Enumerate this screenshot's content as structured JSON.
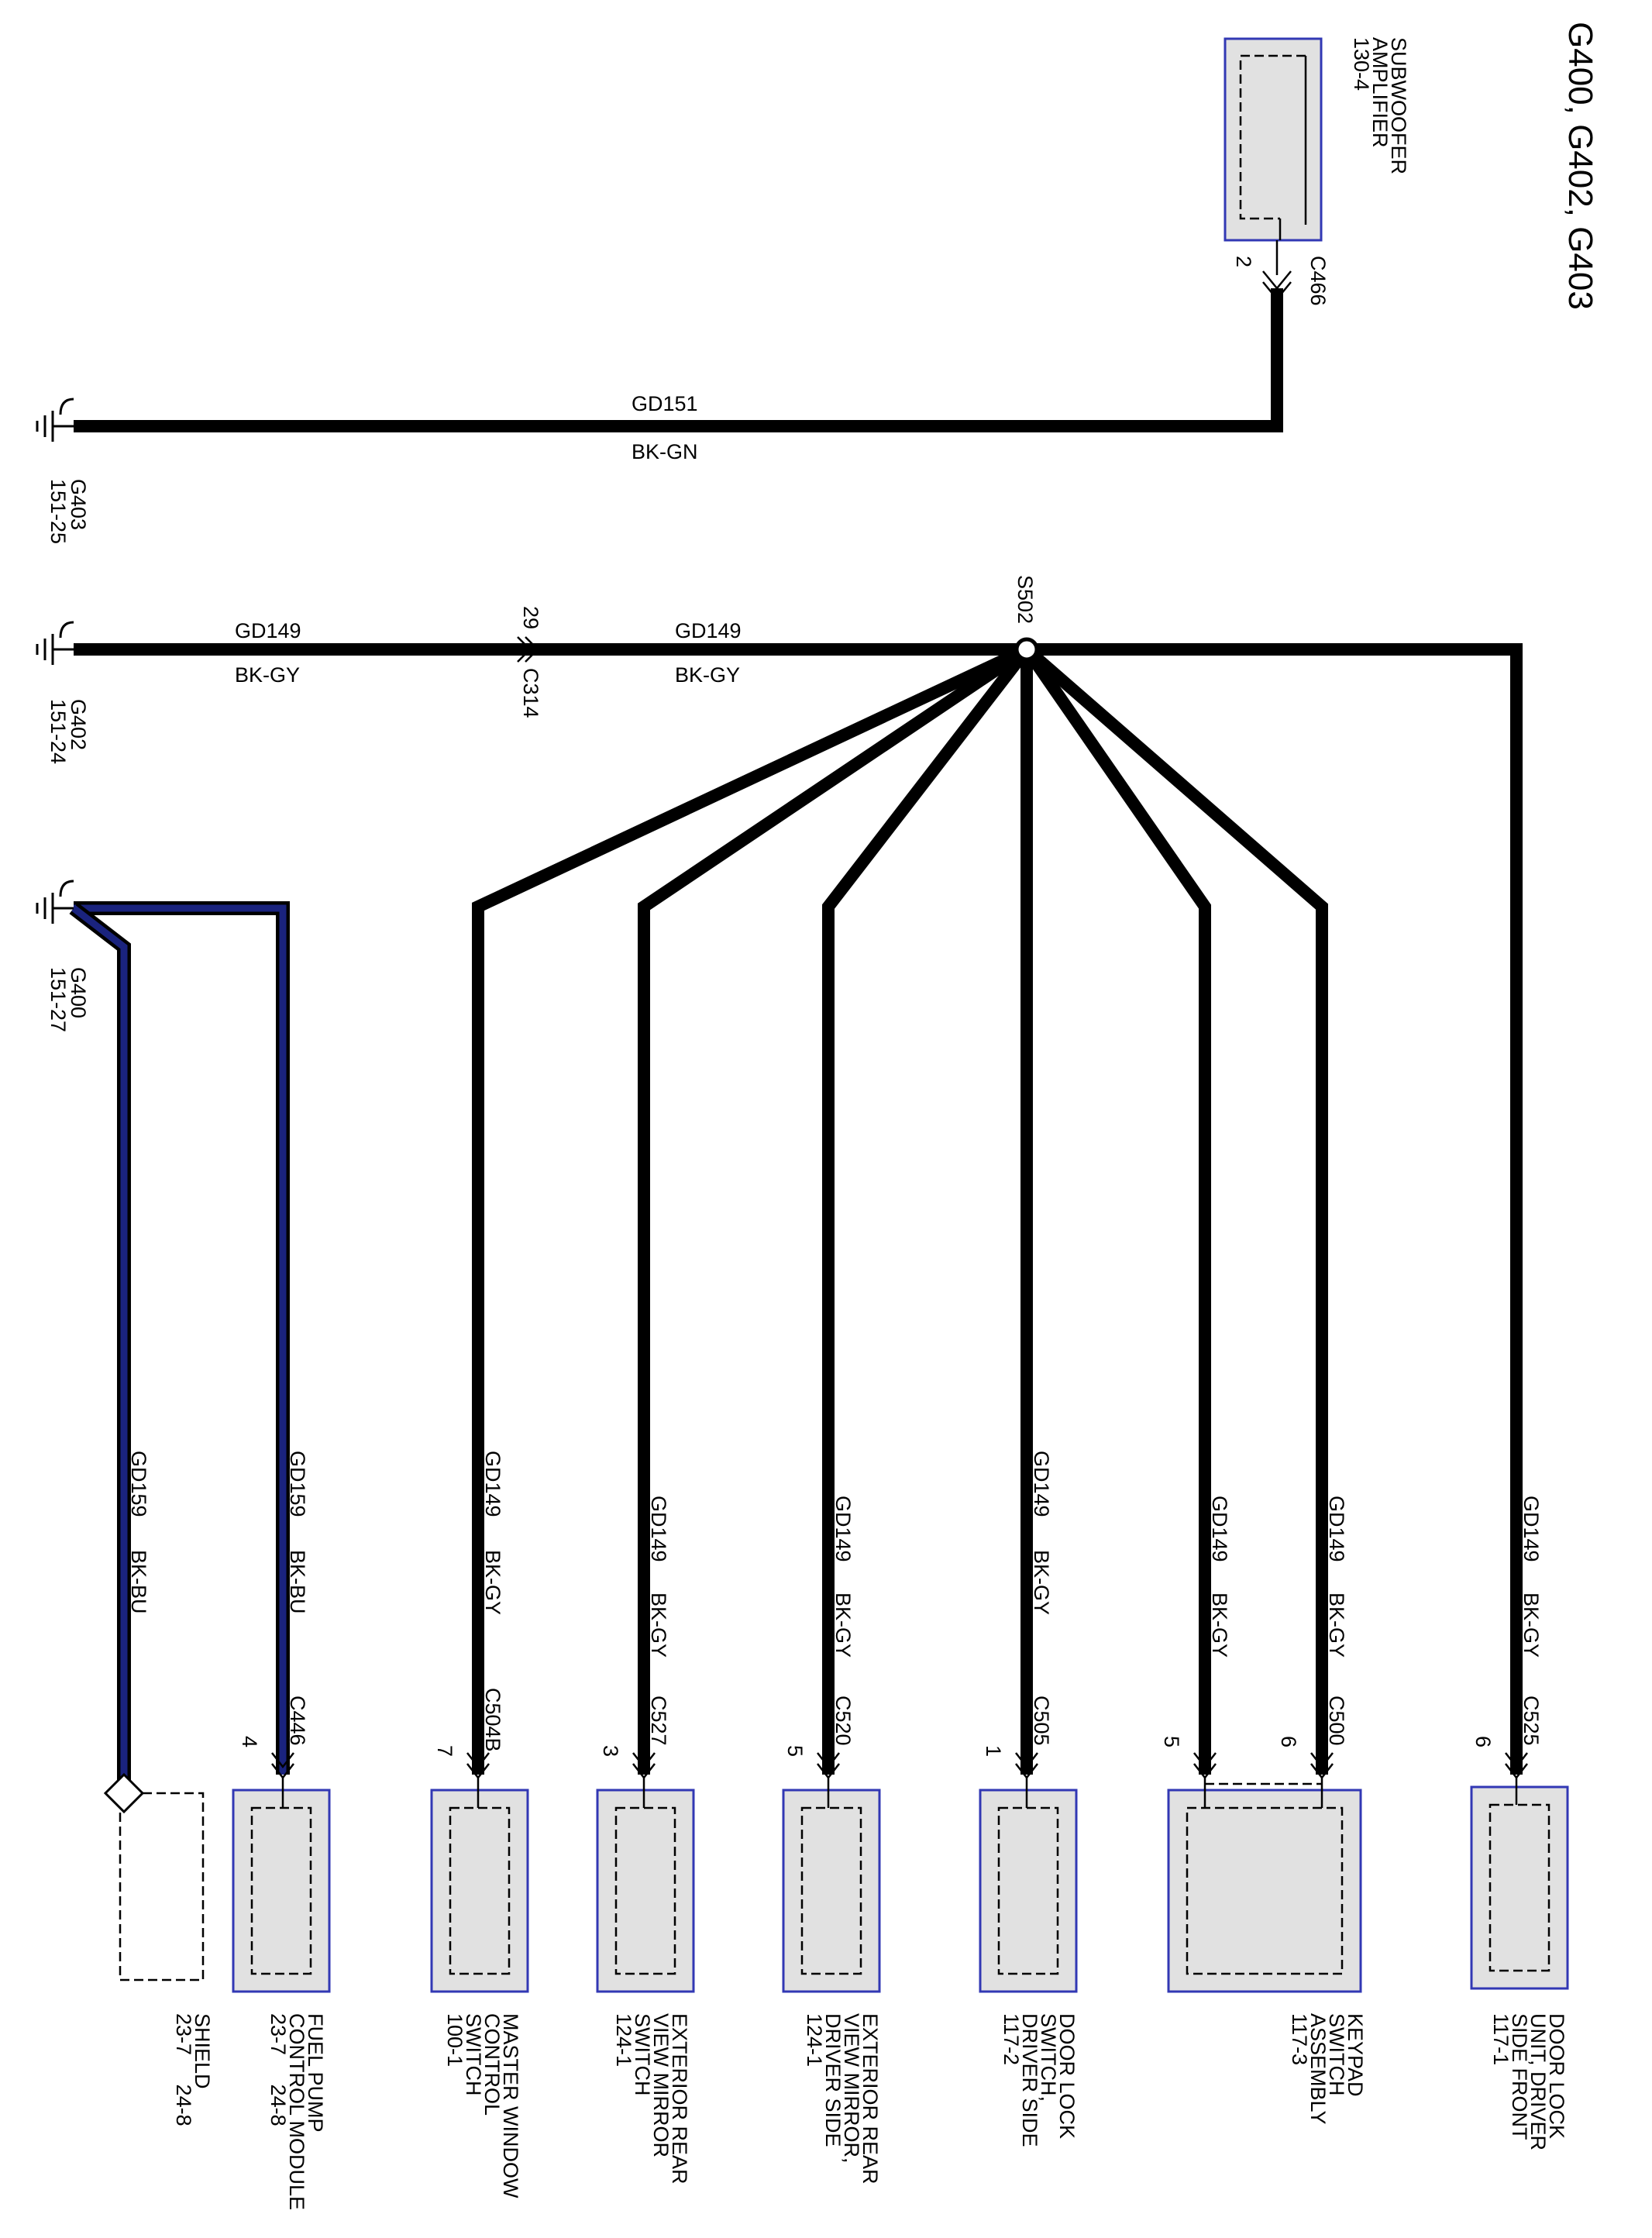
{
  "title": "G400, G402, G403",
  "grounds": [
    {
      "id": "G403",
      "ref": "151-25"
    },
    {
      "id": "G402",
      "ref": "151-24"
    },
    {
      "id": "G400",
      "ref": "151-27"
    }
  ],
  "splice": {
    "id": "S502"
  },
  "inline_connector": {
    "id": "C314",
    "pin": "29"
  },
  "wires": {
    "subwoofer": {
      "circuit": "GD151",
      "color": "BK-GN"
    },
    "ground_left": {
      "circuit": "GD149",
      "color": "BK-GY"
    },
    "ground_right": {
      "circuit": "GD149",
      "color": "BK-GY"
    },
    "fuel_pump": {
      "circuit": "GD159",
      "color": "BK-BU"
    },
    "shield": {
      "circuit": "GD159",
      "color": "BK-BU"
    },
    "master_window": {
      "circuit": "GD149",
      "color": "BK-GY"
    },
    "mirror_switch": {
      "circuit": "GD149",
      "color": "BK-GY"
    },
    "mirror_driver": {
      "circuit": "GD149",
      "color": "BK-GY"
    },
    "door_lock_switch": {
      "circuit": "GD149",
      "color": "BK-GY"
    },
    "keypad_5": {
      "circuit": "GD149",
      "color": "BK-GY"
    },
    "keypad_6": {
      "circuit": "GD149",
      "color": "BK-GY"
    },
    "door_lock_unit": {
      "circuit": "GD149",
      "color": "BK-GY"
    }
  },
  "components": {
    "subwoofer": {
      "name_lines": [
        "SUBWOOFER",
        "AMPLIFIER",
        "130-4"
      ],
      "connector": "C466",
      "pin": "2"
    },
    "shield": {
      "name_lines": [
        "SHIELD",
        "23-7     24-8"
      ]
    },
    "fuel_pump": {
      "name_lines": [
        "FUEL PUMP",
        "CONTROL MODULE",
        "23-7     24-8"
      ],
      "connector": "C446",
      "pin": "4"
    },
    "master_window": {
      "name_lines": [
        "MASTER WINDOW",
        "CONTROL",
        "SWITCH",
        "100-1"
      ],
      "connector": "C504B",
      "pin": "7"
    },
    "mirror_switch": {
      "name_lines": [
        "EXTERIOR REAR",
        "VIEW MIRROR",
        "SWITCH",
        "124-1"
      ],
      "connector": "C527",
      "pin": "3"
    },
    "mirror_driver": {
      "name_lines": [
        "EXTERIOR REAR",
        "VIEW MIRROR,",
        "DRIVER SIDE",
        "124-1"
      ],
      "connector": "C520",
      "pin": "5"
    },
    "door_lock_switch": {
      "name_lines": [
        "DOOR LOCK",
        "SWITCH,",
        "DRIVER SIDE",
        "117-2"
      ],
      "connector": "C505",
      "pin": "1"
    },
    "keypad": {
      "name_lines": [
        "KEYPAD",
        "SWITCH",
        "ASSEMBLY",
        "117-3"
      ],
      "connector": "C500",
      "pins": [
        "5",
        "6"
      ]
    },
    "door_lock_unit": {
      "name_lines": [
        "DOOR LOCK",
        "UNIT, DRIVER",
        "SIDE FRONT",
        "117-1"
      ],
      "connector": "C525",
      "pin": "6"
    }
  },
  "colors": {
    "wire": "#000000",
    "shield_wire": "#1a237e",
    "component_fill": "#e1e1e1",
    "component_border": "#3238b4"
  }
}
